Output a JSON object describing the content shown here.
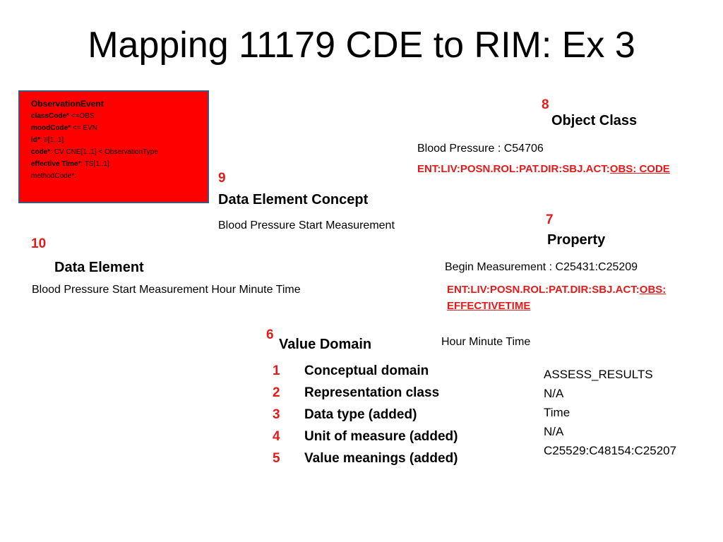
{
  "slide": {
    "title": "Mapping 11179 CDE to RIM: Ex 3"
  },
  "observation_event": {
    "title": "ObservationEvent",
    "lines": [
      {
        "key": "classCode*",
        "value": " <=OBS"
      },
      {
        "key": "moodCode*",
        "value": " <= EVN"
      },
      {
        "key": "id*",
        "value": ": II[1..1]"
      },
      {
        "key": "code*",
        "value": ": CV CNE[1..1] < ObservationType"
      },
      {
        "key": "effective Time*",
        "value": ": TS[1..1]"
      },
      {
        "key": "",
        "value": "methodCode*:"
      }
    ]
  },
  "object_class": {
    "number": "8",
    "heading": "Object Class",
    "value": "Blood Pressure : C54706",
    "mapping_prefix": "ENT:LIV:POSN.ROL:PAT.DIR:SBJ.ACT:",
    "mapping_target": "OBS: CODE"
  },
  "data_element_concept": {
    "number": "9",
    "heading": "Data Element Concept",
    "value": "Blood Pressure Start Measurement"
  },
  "property": {
    "number": "7",
    "heading": "Property",
    "value": "Begin Measurement : C25431:C25209",
    "mapping_prefix": "ENT:LIV:POSN.ROL:PAT.DIR:SBJ.ACT:",
    "mapping_target_1": "OBS:",
    "mapping_target_2": "EFFECTIVETIME"
  },
  "data_element": {
    "number": "10",
    "heading": "Data Element",
    "value": "Blood Pressure Start Measurement Hour Minute Time"
  },
  "value_domain": {
    "number": "6",
    "heading": "Value Domain",
    "value": "Hour Minute Time",
    "items": [
      {
        "n": "1",
        "label": "Conceptual domain",
        "value": "ASSESS_RESULTS"
      },
      {
        "n": "2",
        "label": "Representation class",
        "value": "N/A"
      },
      {
        "n": "3",
        "label": "Data type (added)",
        "value": "Time"
      },
      {
        "n": "4",
        "label": "Unit of measure (added)",
        "value": "N/A"
      },
      {
        "n": "5",
        "label": "Value meanings (added)",
        "value": "C25529:C48154:C25207"
      }
    ]
  }
}
